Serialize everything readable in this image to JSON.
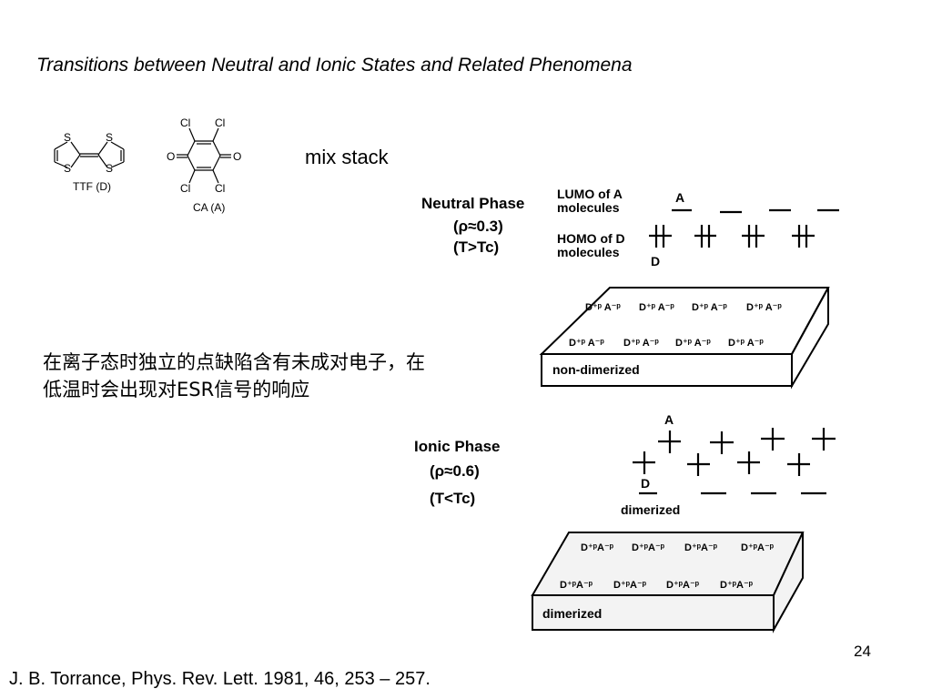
{
  "slide": {
    "title": "Transitions between Neutral and Ionic States and Related Phenomena",
    "mix_stack": "mix stack",
    "chinese_note": "在离子态时独立的点缺陷含有未成对电子，在低温时会出现对ESR信号的响应",
    "page_number": "24",
    "reference": "J. B. Torrance, Phys. Rev. Lett. 1981, 46, 253 – 257."
  },
  "molecules": {
    "ttf": {
      "label": "TTF (D)",
      "atom_s": "S"
    },
    "ca": {
      "label": "CA (A)",
      "atom_cl": "Cl",
      "atom_o": "O"
    }
  },
  "neutral_phase": {
    "title": "Neutral Phase",
    "rho": "(ρ≈0.3)",
    "temp": "(T>Tc)",
    "lumo_label_1": "LUMO of A",
    "lumo_label_2": "molecules",
    "homo_label_1": "HOMO of D",
    "homo_label_2": "molecules",
    "a_mark": "A",
    "d_mark": "D",
    "crystal_top_row": [
      "D⁺ᵖ A⁻ᵖ",
      "D⁺ᵖ A⁻ᵖ",
      "D⁺ᵖ A⁻ᵖ",
      "D⁺ᵖ A⁻ᵖ"
    ],
    "crystal_bottom_row": [
      "D⁺ᵖ A⁻ᵖ",
      "D⁺ᵖ A⁻ᵖ",
      "D⁺ᵖ A⁻ᵖ",
      "D⁺ᵖ A⁻ᵖ"
    ],
    "crystal_label": "non-dimerized"
  },
  "ionic_phase": {
    "title": "Ionic Phase",
    "rho": "(ρ≈0.6)",
    "temp": "(T<Tc)",
    "a_mark": "A",
    "d_mark": "D",
    "dimer_label": "dimerized",
    "crystal_top_row": [
      "D⁺ᵖA⁻ᵖ",
      "D⁺ᵖA⁻ᵖ",
      "D⁺ᵖA⁻ᵖ",
      "D⁺ᵖA⁻ᵖ"
    ],
    "crystal_bottom_row": [
      "D⁺ᵖA⁻ᵖ",
      "D⁺ᵖA⁻ᵖ",
      "D⁺ᵖA⁻ᵖ",
      "D⁺ᵖA⁻ᵖ"
    ],
    "crystal_label": "dimerized"
  }
}
